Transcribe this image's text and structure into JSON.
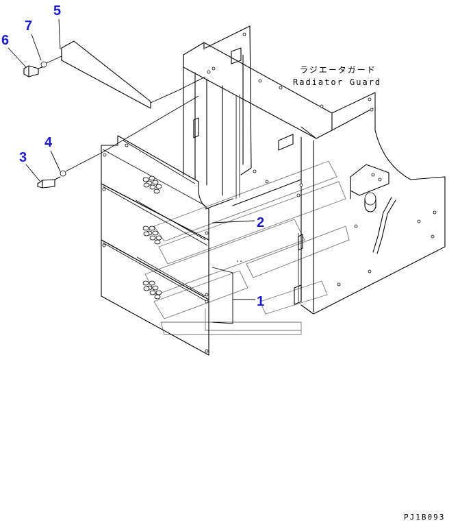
{
  "label": {
    "japanese": "ラジエータガード",
    "english": "Radiator Guard"
  },
  "callouts": [
    "1",
    "2",
    "3",
    "4",
    "5",
    "6",
    "7"
  ],
  "drawing_code": "PJ1B093"
}
